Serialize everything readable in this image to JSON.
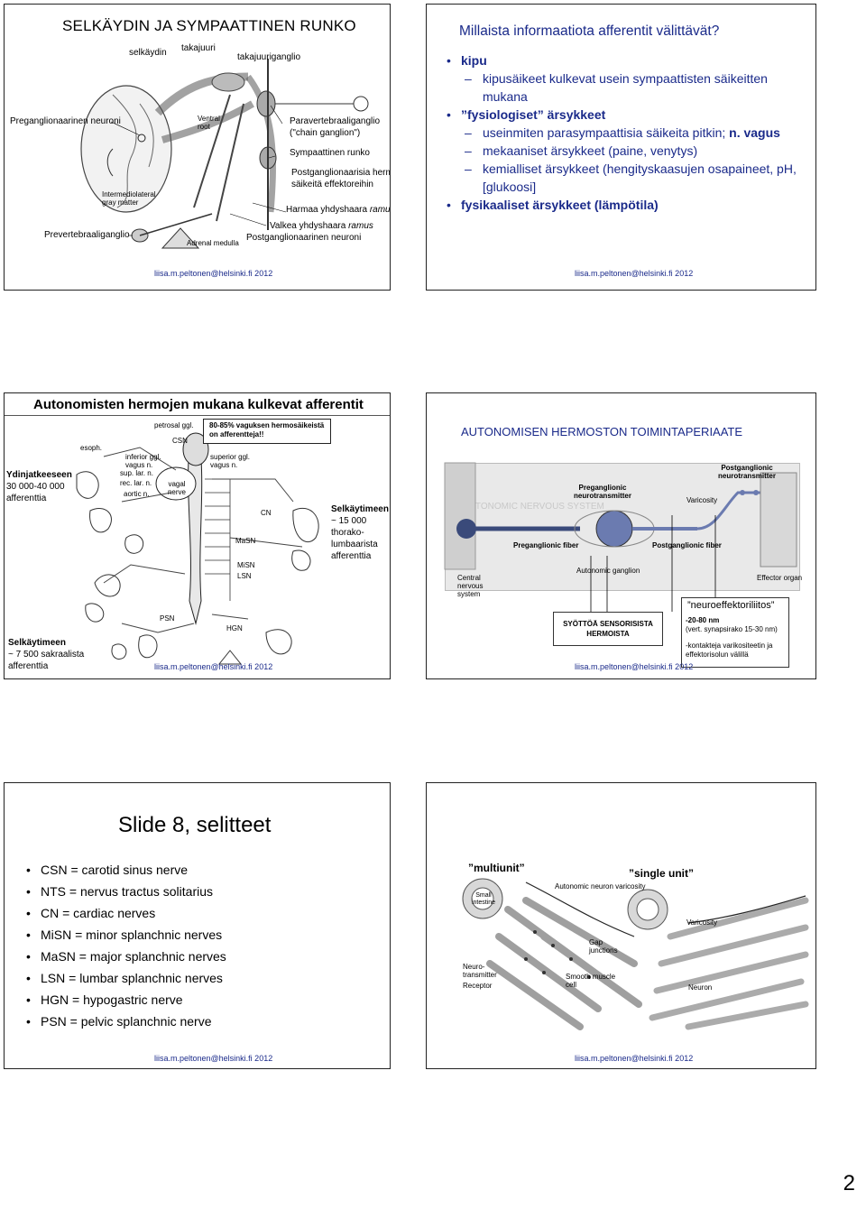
{
  "page_number": "2",
  "footer_text": "liisa.m.peltonen@helsinki.fi 2012",
  "slide1": {
    "title": "SELKÄYDIN JA SYMPAATTINEN RUNKO",
    "labels": {
      "selkaydin": "selkäydin",
      "takajuuri": "takajuuri",
      "takajuuriganglio": "takajuuriganglio",
      "preganglionaarinen": "Preganglionaarinen neuroni",
      "paravertebraaliganglio": "Paravertebraaliganglio",
      "chain_ganglion": "(\"chain ganglion\")",
      "sympaattinen_runko": "Sympaattinen runko",
      "postgangl_saikeita_1": "Postganglionaarisia hermo-",
      "postgangl_saikeita_2": "säikeitä effektoreihin",
      "harmaa_1": "Harmaa yhdyshaara ",
      "harmaa_ramus": "ramus",
      "valkea_1": "Valkea yhdyshaara ",
      "valkea_ramus": "ramus",
      "postgangl_neuroni": "Postganglionaarinen neuroni",
      "prevertebraaliganglio": "Prevertebraaliganglio",
      "ventral_root": "Ventral root",
      "intermediolateral_1": "Intermediolateral",
      "intermediolateral_2": "gray matter",
      "adrenal_medulla": "Adrenal medulla"
    }
  },
  "slide2": {
    "title": "Millaista informaatiota afferentit välittävät?",
    "items": [
      {
        "level": 1,
        "text": "kipu",
        "bold": true
      },
      {
        "level": 2,
        "text": "kipusäikeet kulkevat usein sympaattisten säikeitten mukana"
      },
      {
        "level": 1,
        "text": "”fysiologiset” ärsykkeet",
        "bold": true
      },
      {
        "level": 2,
        "text": "useinmiten parasympaattisia säikeita pitkin; ",
        "suffix": "n. vagus"
      },
      {
        "level": 2,
        "text": "mekaaniset ärsykkeet (paine, venytys)"
      },
      {
        "level": 2,
        "text": "kemialliset ärsykkeet (hengityskaasujen osapaineet, pH, [glukoosi]"
      },
      {
        "level": 1,
        "text": "fysikaaliset ärsykkeet (lämpötila)",
        "bold": true
      }
    ]
  },
  "slide3": {
    "title": "Autonomisten hermojen mukana kulkevat afferentit",
    "callout": "80-85% vaguksen hermosäikeistä on afferentteja!!",
    "left_top_bold": "Ydinjatkeeseen",
    "left_top_rest": [
      "30 000-40 000",
      "afferenttia"
    ],
    "left_bottom_bold": "Selkäytimeen",
    "left_bottom_rest": [
      "~ 7 500 sakraalista",
      "afferenttia"
    ],
    "right_bold": "Selkäytimeen",
    "right_rest": [
      "~ 15 000",
      "thorako-",
      "lumbaarista",
      "afferenttia"
    ],
    "diagram_labels": [
      "petrosal ggl.",
      "CSN",
      "esoph.",
      "inferior ggl.",
      "vagus n.",
      "sup. lar. n.",
      "rec. lar. n.",
      "aortic n.",
      "vagal nerve",
      "superior ggl.",
      "vagus n.",
      "CN",
      "MaSN",
      "MiSN",
      "LSN",
      "PSN",
      "HGN"
    ]
  },
  "slide4": {
    "title": "AUTONOMISEN HERMOSTON TOIMINTAPERIAATE",
    "diagram_labels": {
      "postganglionic_nt": "Postganglionic neurotransmitter",
      "preganglionic_nt": "Preganglionic neurotransmitter",
      "varicosity": "Varicosity",
      "preganglionic_fiber": "Preganglionic fiber",
      "postganglionic_fiber": "Postganglionic fiber",
      "autonomic_ganglion": "Autonomic ganglion",
      "cns_1": "Central",
      "cns_2": "nervous",
      "cns_3": "system",
      "effector_organ": "Effector organ",
      "faint_heading": "AUTONOMIC NERVOUS SYSTEM"
    },
    "neuroeffektori": "”neuroeffektoriliitos”",
    "syotto": [
      "SYÖTTÖÄ SENSORISISTA",
      "HERMOISTA"
    ],
    "distance_bold": "-20-80 nm",
    "distance_rest": "(vert. synapsirako 15-30 nm)",
    "kontakteja": [
      "-kontakteja varikositeetin ja",
      "effektorisolun välillä"
    ]
  },
  "slide5": {
    "title": "Slide 8, selitteet",
    "items": [
      "CSN = carotid sinus nerve",
      "NTS = nervus tractus solitarius",
      "CN = cardiac nerves",
      "MiSN = minor splanchnic nerves",
      "MaSN =  major splanchnic nerves",
      "LSN = lumbar splanchnic nerves",
      "HGN = hypogastric nerve",
      "PSN = pelvic splanchnic nerve"
    ]
  },
  "slide6": {
    "multiunit": "”multiunit”",
    "single_unit": "”single unit”",
    "diagram_labels": [
      "Autonomic neuron varicosity",
      "Small intestine",
      "Varicosity",
      "Gap junctions",
      "Neuro-transmitter",
      "Receptor",
      "Smooth muscle cell",
      "Neuron"
    ]
  }
}
